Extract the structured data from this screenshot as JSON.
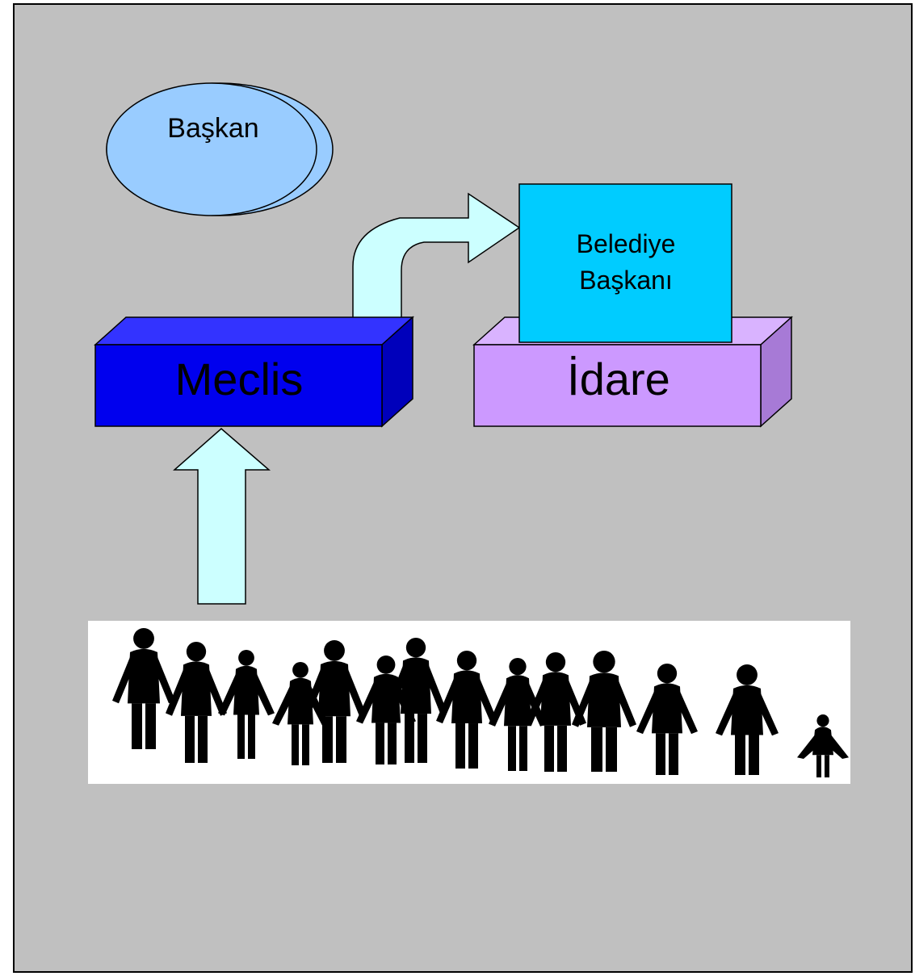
{
  "diagram": {
    "baskan_label": "Başkan",
    "belediye_baskani_line1": "Belediye",
    "belediye_baskani_line2": "Başkanı",
    "meclis_label": "Meclis",
    "idare_label": "İdare"
  },
  "colors": {
    "background": "#c0c0c0",
    "baskan_fill": "#99ccff",
    "arrow_fill": "#ccffff",
    "meclis_front": "#0000ee",
    "meclis_top": "#3333ff",
    "meclis_side": "#0000bb",
    "idare_front": "#cc99ff",
    "idare_top": "#d9b3ff",
    "idare_side": "#a77ad6",
    "belediye_fill": "#00ccff",
    "people_band": "#ffffff",
    "silhouette": "#000000"
  },
  "icons": {
    "people_crowd": "people-silhouette-crowd-icon"
  }
}
